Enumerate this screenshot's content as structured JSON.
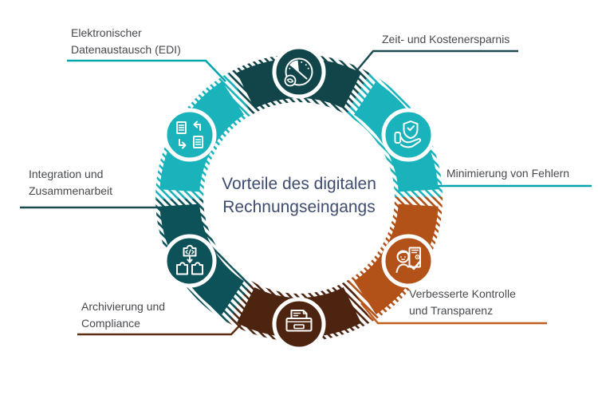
{
  "title": {
    "text": "Vorteile des digitalen\nRechnungseingangs",
    "color": "#3e4c6e"
  },
  "label_text_color": "#46494d",
  "background_color": "#ffffff",
  "benefits": [
    {
      "label": "Zeit- und Kostenersparnis",
      "icon": "speedometer-icon",
      "segment_color": "#11454a",
      "line_color": "#1c4b4f"
    },
    {
      "label": "Minimierung von Fehlern",
      "icon": "shield-check-hand-icon",
      "segment_color": "#1ab3bc",
      "line_color": "#00a5ae"
    },
    {
      "label": "Verbesserte Kontrolle\nund Transparenz",
      "icon": "person-checklist-icon",
      "segment_color": "#b25118",
      "line_color": "#c05d20"
    },
    {
      "label": "Archivierung und\nCompliance",
      "icon": "archive-box-icon",
      "segment_color": "#4c2410",
      "line_color": "#5d2d12"
    },
    {
      "label": "Integration und\nZusammenarbeit",
      "icon": "puzzle-integration-icon",
      "segment_color": "#0d5159",
      "line_color": "#1c4b4f"
    },
    {
      "label": "Elektronischer\nDatenaustausch (EDI)",
      "icon": "documents-exchange-icon",
      "segment_color": "#1ab3bc",
      "line_color": "#00a5ae"
    }
  ]
}
